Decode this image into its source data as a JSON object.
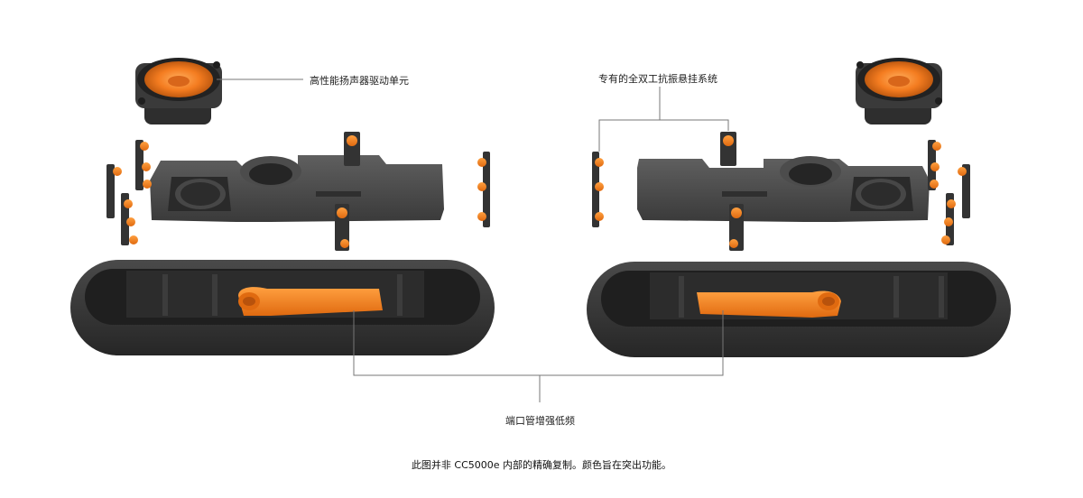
{
  "labels": {
    "driver": "高性能扬声器驱动单元",
    "suspension": "专有的全双工抗振悬挂系统",
    "port": "端口管增强低频"
  },
  "caption": "此图并非 CC5000e 内部的精确复制。颜色旨在突出功能。",
  "colors": {
    "housing": "#3b3b3b",
    "housing_light": "#5a5a5a",
    "accent": "#f47c20",
    "callout_line": "#777777"
  }
}
